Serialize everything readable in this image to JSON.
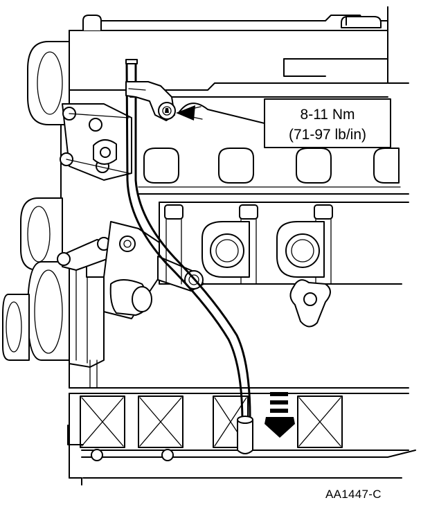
{
  "callout": {
    "torque_nm": "8-11 Nm",
    "torque_lbin": "(71-97 lb/in)"
  },
  "figure_id": "AA1447-C",
  "colors": {
    "ink": "#000000",
    "paper": "#ffffff"
  }
}
